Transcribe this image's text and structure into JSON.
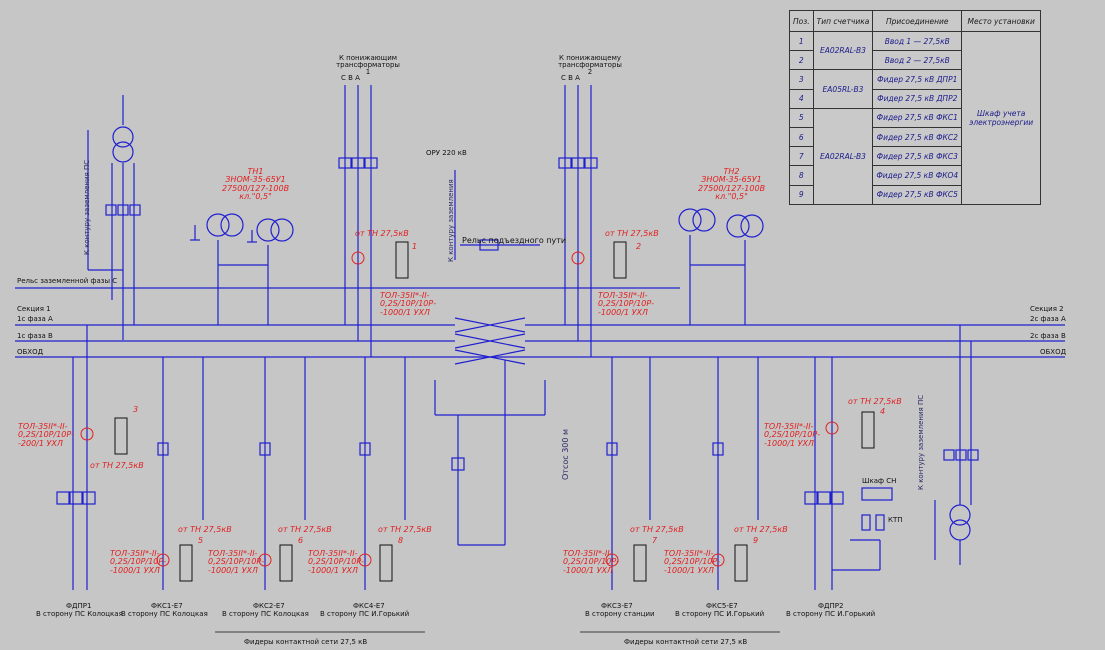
{
  "table": {
    "headers": [
      "Поз.",
      "Тип счетчика",
      "Присоединение",
      "Место установки"
    ],
    "rows": [
      {
        "pos": "1",
        "type": "EA02RAL-B3",
        "conn": "Ввод 1 — 27,5кВ"
      },
      {
        "pos": "2",
        "type": "",
        "conn": "Ввод 2 — 27,5кВ"
      },
      {
        "pos": "3",
        "type": "EA05RL-B3",
        "conn": "Фидер 27,5 кВ ДПР1"
      },
      {
        "pos": "4",
        "type": "",
        "conn": "Фидер 27,5 кВ ДПР2"
      },
      {
        "pos": "5",
        "type": "EA02RAL-B3",
        "conn": "Фидер 27,5 кВ ФКС1"
      },
      {
        "pos": "6",
        "type": "",
        "conn": "Фидер 27,5 кВ ФКС2"
      },
      {
        "pos": "7",
        "type": "",
        "conn": "Фидер 27,5 кВ ФКС3"
      },
      {
        "pos": "8",
        "type": "",
        "conn": "Фидер 27,5 кВ ФКО4"
      },
      {
        "pos": "9",
        "type": "",
        "conn": "Фидер 27,5 кВ ФКС5"
      }
    ],
    "location": "Шкаф учета электроэнергии"
  },
  "labels": {
    "to_tr1": "К понижающим трансформаторы 1",
    "to_tr2": "К понижающему трансформаторы 2",
    "phases": "C  B  A",
    "oru": "ОРУ 220 кВ",
    "ground_left": "К контуру заземления ПС",
    "ground_right": "К контуру заземления ПС",
    "ground_mid": "К контуру заземления",
    "rail_c": "Рельс заземленной фазы С",
    "rail_track": "Рельс подъездного пути",
    "section1": "Секция 1",
    "section2": "Секция 2",
    "bus_1a": "1с фаза А",
    "bus_1b": "1с фаза В",
    "bus_bypass_l": "ОБХОД",
    "bus_2a": "2с фаза А",
    "bus_2b": "2с фаза В",
    "bus_bypass_r": "ОБХОД",
    "tn1": "ТН1\nЗНОМ-35-65У1\n27500/127-100В\nкл.\"0,5\"",
    "tn2": "ТН2\nЗНОМ-35-65У1\n27500/127-100В\nкл.\"0,5\"",
    "from_tn": "от ТН 27,5кВ",
    "tol_ct": "ТОЛ-35II*-II-\n0,2S/10Р/10Р-\n-1000/1 УХЛ",
    "tol_ct_200": "ТОЛ-35II*-II-\n0,2S/10Р/10Р-\n-200/1 УХЛ",
    "tol_ct_short": "ТОЛ-35II*-II-\n0,2S/10Р/10Р-\n-1000/1 УХЛ",
    "otsos": "Отсос 300 м",
    "shkaf_sn": "Шкаф СН",
    "ktp": "КТП",
    "feeders": [
      {
        "name": "ФДПР1",
        "dir": "В сторону ПС Колоцкая"
      },
      {
        "name": "ФКС1-Е7",
        "dir": "В сторону ПС Колоцкая"
      },
      {
        "name": "ФКС2-Е7",
        "dir": "В сторону ПС Колоцкая"
      },
      {
        "name": "ФКС4-Е7",
        "dir": "В сторону ПС И.Горький"
      },
      {
        "name": "ФКС3-Е7",
        "dir": "В сторону станции"
      },
      {
        "name": "ФКС5-Е7",
        "dir": "В сторону ПС И.Горький"
      },
      {
        "name": "ФДПР2",
        "dir": "В сторону ПС И.Горький"
      }
    ],
    "feeders_group1": "Фидеры контактной сети 27,5 кВ",
    "feeders_group2": "Фидеры контактной сети 27,5 кВ",
    "nums": [
      "1",
      "2",
      "3",
      "4",
      "5",
      "6",
      "8",
      "7",
      "9"
    ]
  },
  "colors": {
    "blue": "#2020d0",
    "red": "#e02020",
    "background": "#c6c6c6"
  }
}
